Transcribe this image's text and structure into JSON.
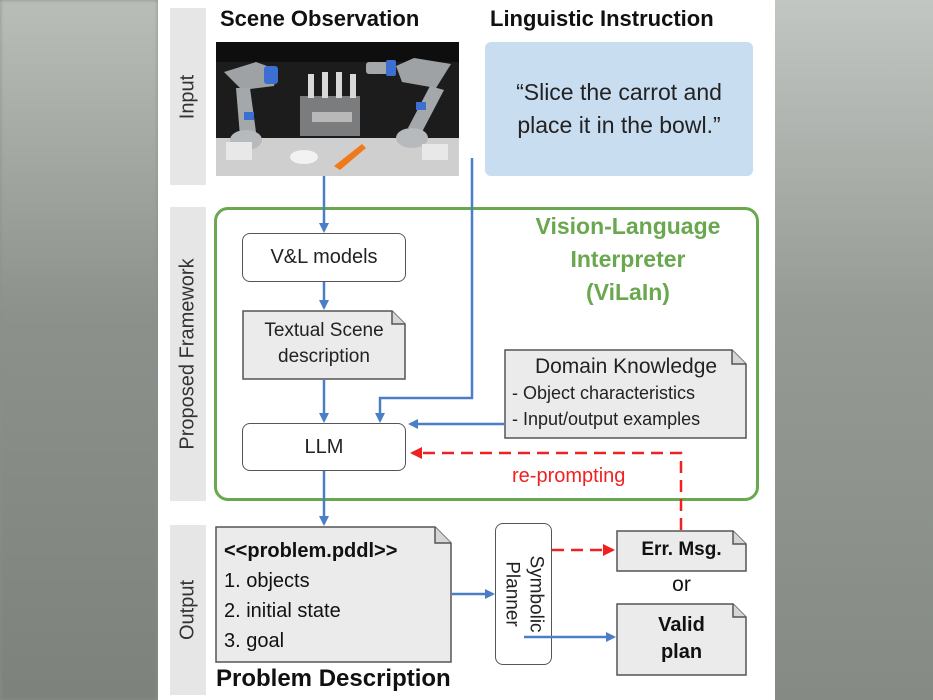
{
  "sections": {
    "input": "Input",
    "framework": "Proposed Framework",
    "output": "Output"
  },
  "headers": {
    "scene_observation": "Scene Observation",
    "linguistic_instruction": "Linguistic Instruction"
  },
  "instruction": {
    "line1": "“Slice the carrot and",
    "line2": "place it in the bowl.”"
  },
  "framework": {
    "title_line1": "Vision-Language",
    "title_line2": "Interpreter",
    "title_line3": "(ViLaIn)",
    "vl_models": "V&L models",
    "textual_scene_line1": "Textual Scene",
    "textual_scene_line2": "description",
    "llm": "LLM",
    "domain_knowledge": {
      "title": "Domain Knowledge",
      "item1": "- Object characteristics",
      "item2": "- Input/output examples"
    },
    "reprompting": "re-prompting"
  },
  "output": {
    "problem_header": "<<problem.pddl>>",
    "items": [
      "1. objects",
      "2. initial state",
      "3. goal"
    ],
    "problem_description": "Problem Description",
    "planner_line1": "Symbolic",
    "planner_line2": "Planner",
    "err_msg": "Err. Msg.",
    "or": "or",
    "valid_line1": "Valid",
    "valid_line2": "plan"
  },
  "colors": {
    "green": "#6aa84f",
    "blue_arrow": "#4a7fc8",
    "red_arrow": "#ee2222",
    "instruction_bg": "#c9ddf0",
    "side_bar": "#e6e6e6"
  }
}
